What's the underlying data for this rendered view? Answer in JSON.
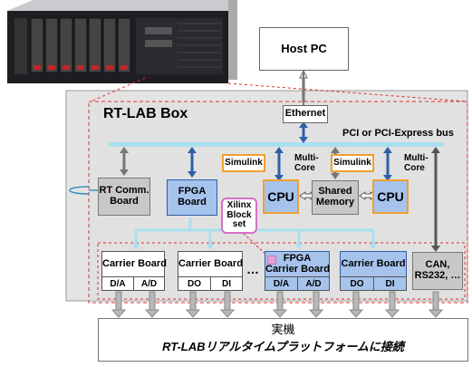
{
  "host_pc": "Host PC",
  "box_title": "RT-LAB Box",
  "ethernet": "Ethernet",
  "pci_bus": "PCI or PCI-Express bus",
  "rt_comm_board": [
    "RT Comm.",
    "Board"
  ],
  "fpga_board": [
    "FPGA",
    "Board"
  ],
  "simulink": "Simulink",
  "multi_core": [
    "Multi-",
    "Core"
  ],
  "cpu": "CPU",
  "shared_memory": [
    "Shared",
    "Memory"
  ],
  "xilinx_block": [
    "Xilinx",
    "Block",
    "set"
  ],
  "carrier_boards": [
    {
      "title": "Carrier Board",
      "ports": [
        "D/A",
        "A/D"
      ]
    },
    {
      "title": "Carrier Board",
      "ports": [
        "DO",
        "DI"
      ]
    },
    {
      "title": [
        "FPGA",
        "Carrier Board"
      ],
      "ports": [
        "D/A",
        "A/D"
      ]
    },
    {
      "title": "Carrier Board",
      "ports": [
        "DO",
        "DI"
      ]
    }
  ],
  "ellipsis": "…",
  "can_box": [
    "CAN,",
    "RS232, …"
  ],
  "real_machine": "実機",
  "platform_caption": "RT-LABリアルタイムプラットフォームに接続",
  "colors": {
    "blue_fill": "#a6c3ec",
    "blue_border": "#2f5fa8",
    "gray_fill": "#c8c8c8",
    "orange_border": "#f0a030",
    "pink_border": "#d86fc8",
    "red_dash": "#e03030",
    "bus": "#a8e0f0"
  }
}
